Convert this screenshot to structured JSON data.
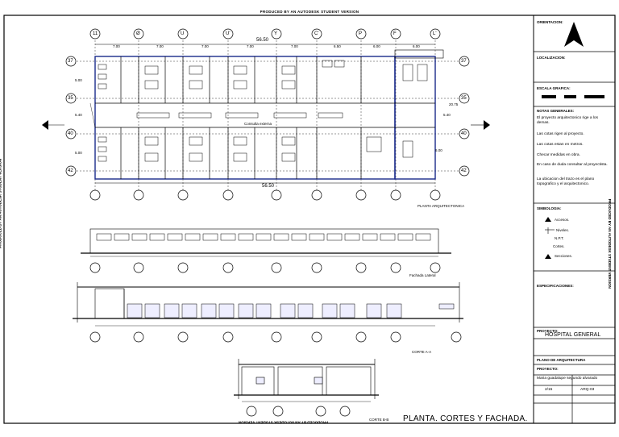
{
  "watermark": "PRODUCED BY AN AUTODESK STUDENT VERSION",
  "grid_columns": [
    "11",
    "Ø",
    "U",
    "U'",
    "Y",
    "C'",
    "P",
    "F",
    "L'"
  ],
  "grid_rows": [
    "37",
    "35",
    "40",
    "42"
  ],
  "top_dims": [
    "7.00",
    "7.00",
    "7.00",
    "7.00",
    "7.00",
    "6.50",
    "6.00",
    "6.00"
  ],
  "total_dim": "56.50",
  "side_dims": {
    "left_top": "5.00",
    "left_mid": "5.40",
    "left_bottom": "5.00",
    "right_mid": "20.75",
    "right_top": "5.40",
    "right_bottom": "6.00"
  },
  "corridor_label": "Consulta externa",
  "plan_title": "PLANTA ARQUITECTONICA",
  "facade_title": "Fachada Lateral",
  "section_a_title": "CORTE A-A",
  "section_b_title": "CORTE B-B",
  "sheet_title": "PLANTA. CORTES Y FACHADA.",
  "title_block": {
    "orientation_head": "ORIENTACION:",
    "location_head": "LOCALIZACION:",
    "scale_head": "ESCALA GRAFICA:",
    "notes_head": "NOTAS GENERALES:",
    "notes": [
      "El proyecto arquitectonico rige a los demas.",
      "Las cotas rigen al proyecto.",
      "Las cotas estan en metros.",
      "Checar medidas en obra.",
      "En caso de duda consultar al proyectista.",
      "La ubicacion del trazo es el plano topografico y el arquitectonico."
    ],
    "symbology_head": "SIMBOLOGIA:",
    "symbols": [
      "Accesos.",
      "Niveles.",
      "N.P.T.",
      "Cortes.",
      "Secciones."
    ],
    "specs_head": "ESPECIFICACIONES:",
    "project_head": "PROYECTO:",
    "project_name": "HOSPITAL GENERAL",
    "plan_head": "PLANO DE ARQUITECTURA",
    "drew_head": "PROYECTO:",
    "author": "Maria guadalupe segundo alvarado",
    "sheet_no": "2/15",
    "sheet_code": "ARQ-03"
  }
}
